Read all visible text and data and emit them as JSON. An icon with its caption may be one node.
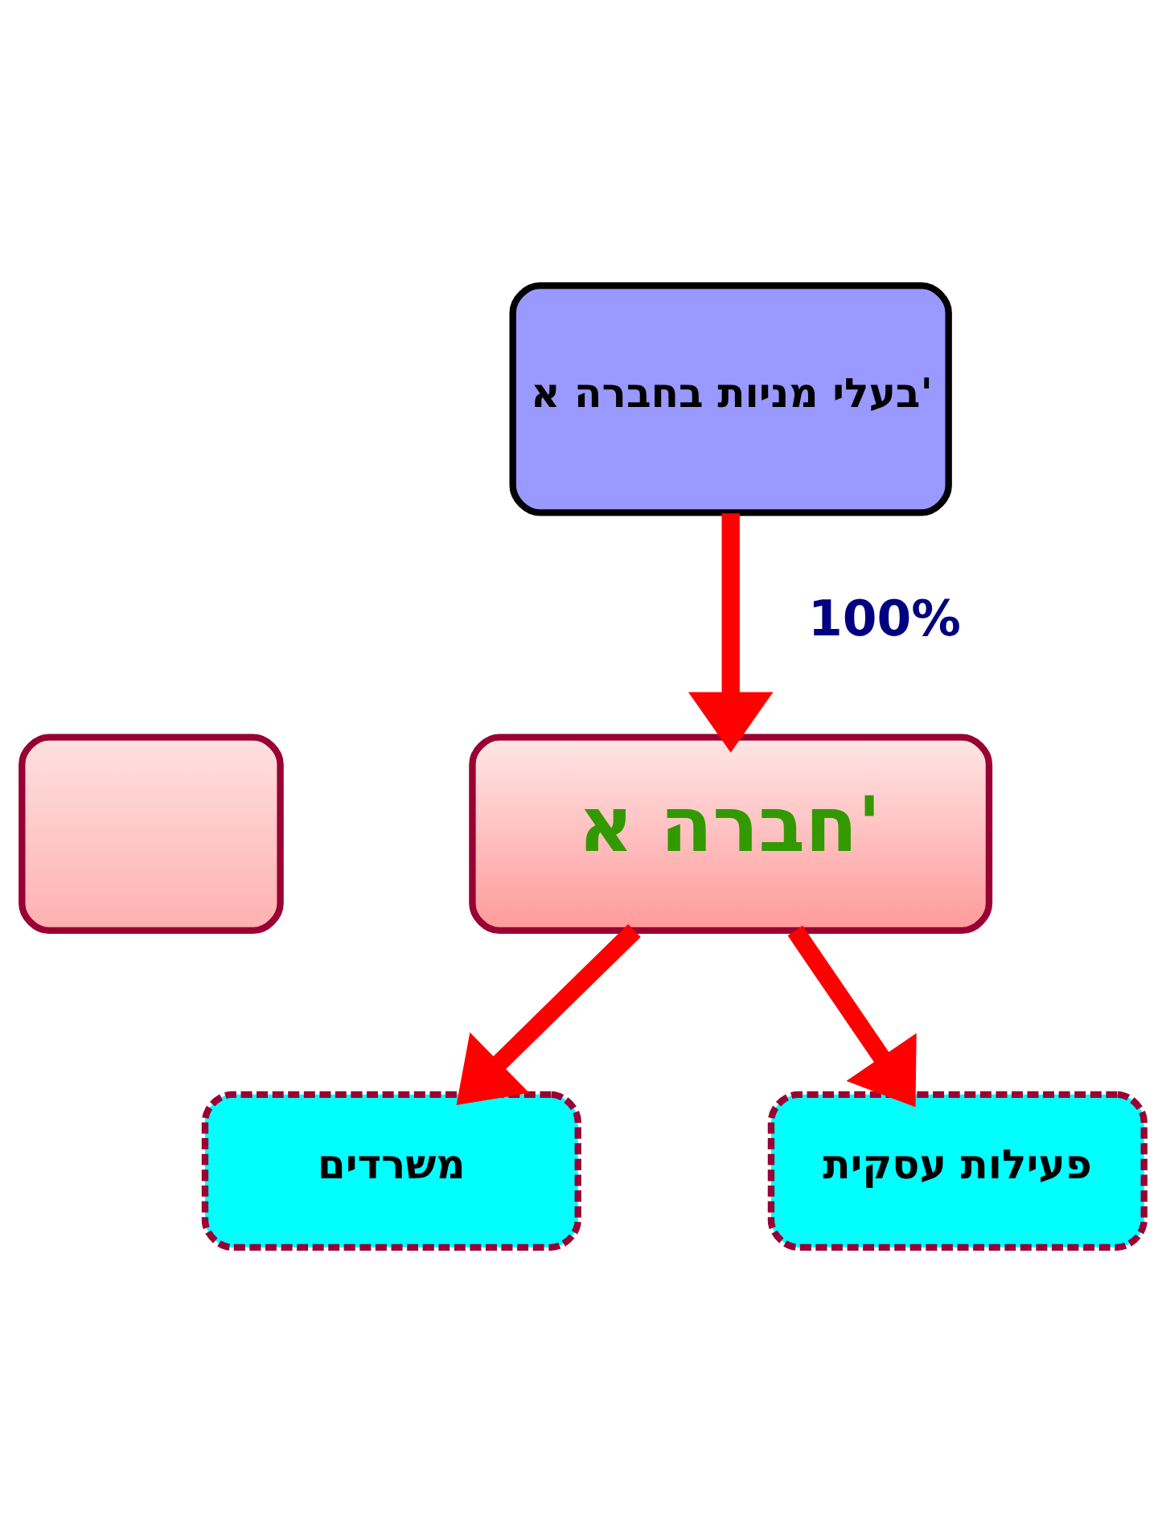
{
  "diagram": {
    "nodes": [
      {
        "text": [
          "בעלי מניות בחברה א'"
        ]
      },
      {
        "text": [],
        "shape": "box"
      },
      {
        "text": [
          "חברה א'"
        ]
      },
      {
        "text": [
          "משרדים"
        ]
      },
      {
        "text": [
          "פעילות עסקית"
        ]
      }
    ],
    "edges": [
      {
        "from": 0,
        "to": 2,
        "arrow": "to",
        "label": "100%"
      },
      {
        "from": 2,
        "to": 3,
        "arrow": "to"
      },
      {
        "from": 2,
        "to": 4,
        "arrow": "to"
      }
    ]
  }
}
